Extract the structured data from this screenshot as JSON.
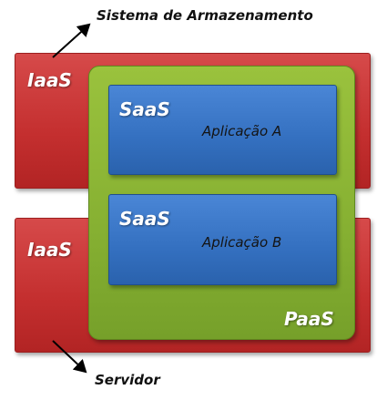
{
  "annotations": {
    "top": "Sistema de Armazenamento",
    "bottom": "Servidor"
  },
  "layers": {
    "iaas_top": "IaaS",
    "iaas_bottom": "IaaS",
    "paas": "PaaS",
    "saas_a": "SaaS",
    "saas_b": "SaaS",
    "app_a": "Aplicação A",
    "app_b": "Aplicação B"
  },
  "colors": {
    "iaas": "#c42f2f",
    "paas": "#86b032",
    "saas": "#3470c0"
  }
}
